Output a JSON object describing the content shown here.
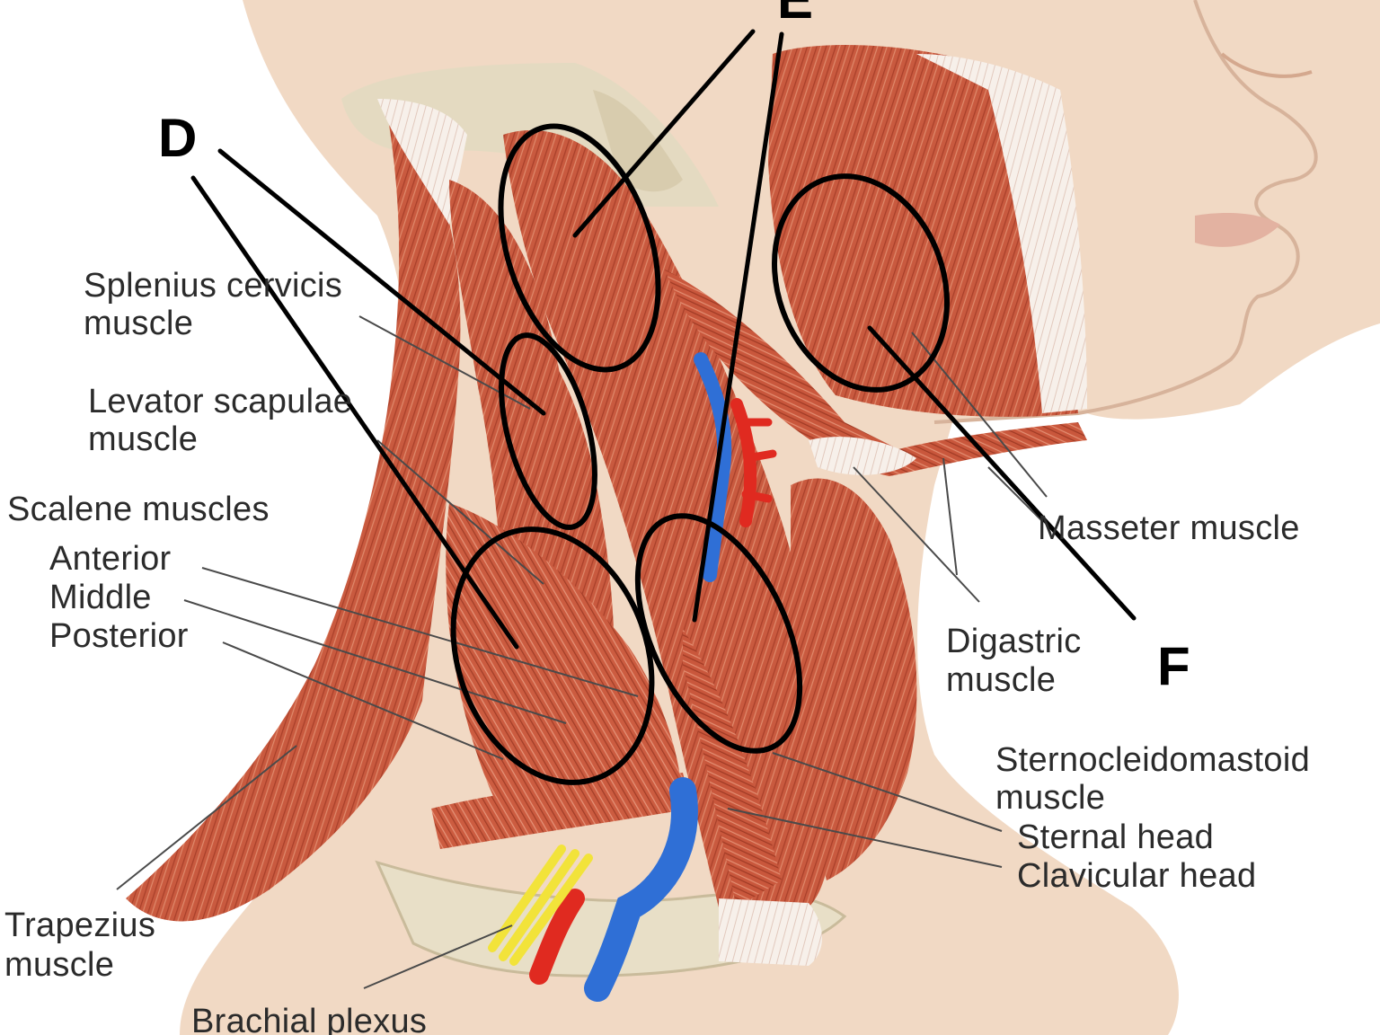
{
  "labels": {
    "splenius_1": "Splenius cervicis",
    "splenius_2": "muscle",
    "levator_1": "Levator scapulae",
    "levator_2": "muscle",
    "scalene": "Scalene muscles",
    "anterior": "Anterior",
    "middle": "Middle",
    "posterior": "Posterior",
    "trapezius_1": "Trapezius",
    "trapezius_2": "muscle",
    "brachial": "Brachial plexus",
    "masseter": "Masseter muscle",
    "digastric_1": "Digastric",
    "digastric_2": "muscle",
    "scm_1": "Sternocleidomastoid",
    "scm_2": "muscle",
    "sternal": "Sternal head",
    "clavicular": "Clavicular head"
  },
  "markers": {
    "d": "D",
    "e": "E",
    "f": "F"
  },
  "colors": {
    "muscle": "#c8533a",
    "muscle_dark": "#9e3a26",
    "skin": "#f3dcc8",
    "bone": "#e6dcc2",
    "artery": "#e02a20",
    "vein": "#2f6fd6",
    "nerve": "#f2e33a"
  }
}
